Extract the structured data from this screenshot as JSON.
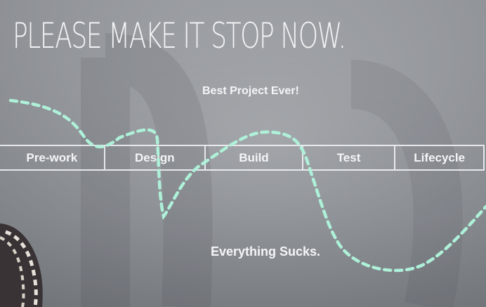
{
  "slide": {
    "title": "PLEASE MAKE IT STOP NOW.",
    "top_label": "Best Project Ever!",
    "bottom_label": "Everything Sucks.",
    "phases": [
      "Pre-work",
      "Design",
      "Build",
      "Test",
      "Lifecycle"
    ],
    "colors": {
      "text": "#f4f5f7",
      "curve": "#aef0d8"
    }
  }
}
